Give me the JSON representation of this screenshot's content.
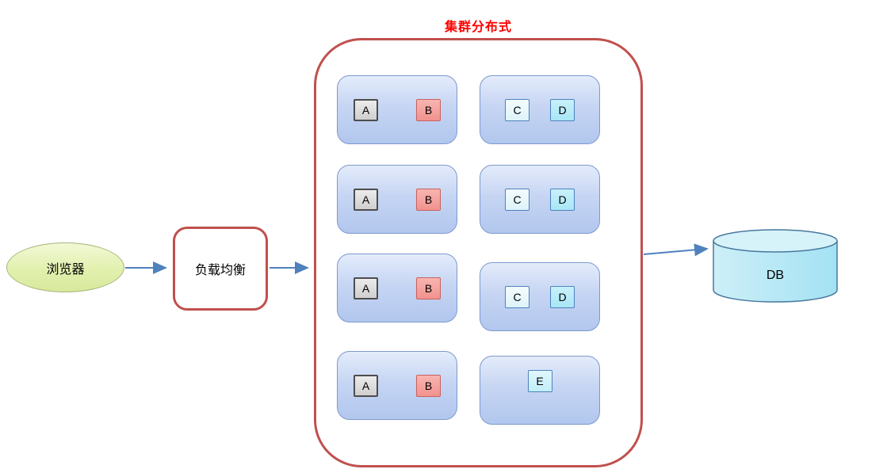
{
  "title": "集群分布式",
  "browser": {
    "label": "浏览器"
  },
  "load_balancer": {
    "label": "负载均衡"
  },
  "database": {
    "label": "DB"
  },
  "cluster": {
    "left_nodes": [
      {
        "items": [
          "A",
          "B"
        ]
      },
      {
        "items": [
          "A",
          "B"
        ]
      },
      {
        "items": [
          "A",
          "B"
        ]
      },
      {
        "items": [
          "A",
          "B"
        ]
      }
    ],
    "right_nodes": [
      {
        "items": [
          "C",
          "D"
        ]
      },
      {
        "items": [
          "C",
          "D"
        ]
      },
      {
        "items": [
          "C",
          "D"
        ]
      },
      {
        "items": [
          "E"
        ]
      }
    ]
  },
  "colors": {
    "container_border": "#c0504d",
    "title_text": "#ff0000",
    "arrow": "#4f81bd",
    "node_fill": "#c6d5f3",
    "item_a_fill": "#d9d9d9",
    "item_b_fill": "#f4a3a0",
    "item_c_fill": "#e8f8fc",
    "item_d_fill": "#b4ecf9",
    "item_e_fill": "#d2f3fb",
    "browser_fill": "#e2f0ae",
    "db_fill": "#b9e9f6"
  }
}
